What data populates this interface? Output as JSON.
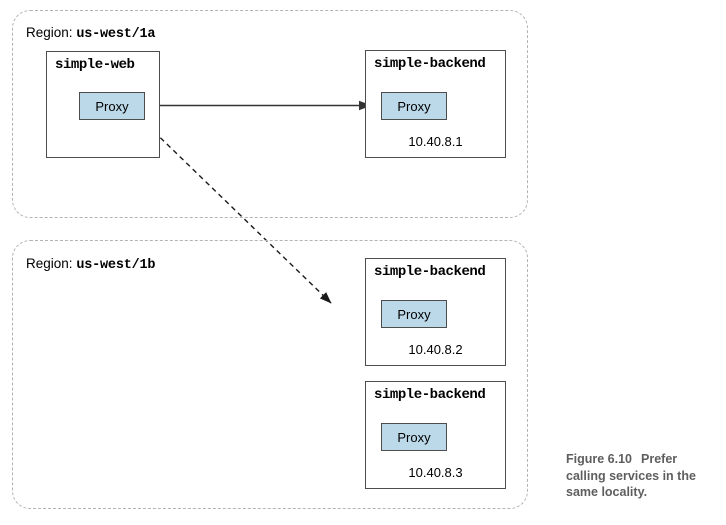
{
  "figure": {
    "caption_label": "Figure 6.10",
    "caption_text": "Prefer calling services in the same locality."
  },
  "regions": [
    {
      "id": "region-a",
      "label_prefix": "Region:",
      "label_value": "us-west/1a"
    },
    {
      "id": "region-b",
      "label_prefix": "Region:",
      "label_value": "us-west/1b"
    }
  ],
  "services": {
    "simple_web": {
      "name": "simple-web",
      "proxy_label": "Proxy"
    },
    "backend_1": {
      "name": "simple-backend",
      "proxy_label": "Proxy",
      "ip": "10.40.8.1"
    },
    "backend_2": {
      "name": "simple-backend",
      "proxy_label": "Proxy",
      "ip": "10.40.8.2"
    },
    "backend_3": {
      "name": "simple-backend",
      "proxy_label": "Proxy",
      "ip": "10.40.8.3"
    }
  },
  "connections": [
    {
      "id": "solid-call",
      "style": "solid",
      "from": "simple-web.proxy",
      "to": "backend_1.proxy"
    },
    {
      "id": "dashed-call",
      "style": "dashed",
      "from": "simple-web.proxy",
      "to": "backend_2"
    }
  ],
  "colors": {
    "proxy_fill": "#bcd9ea",
    "box_stroke": "#4d4d4d",
    "region_stroke": "#b3b3b3",
    "caption_text": "#5e5e5e",
    "connector": "#333333"
  }
}
